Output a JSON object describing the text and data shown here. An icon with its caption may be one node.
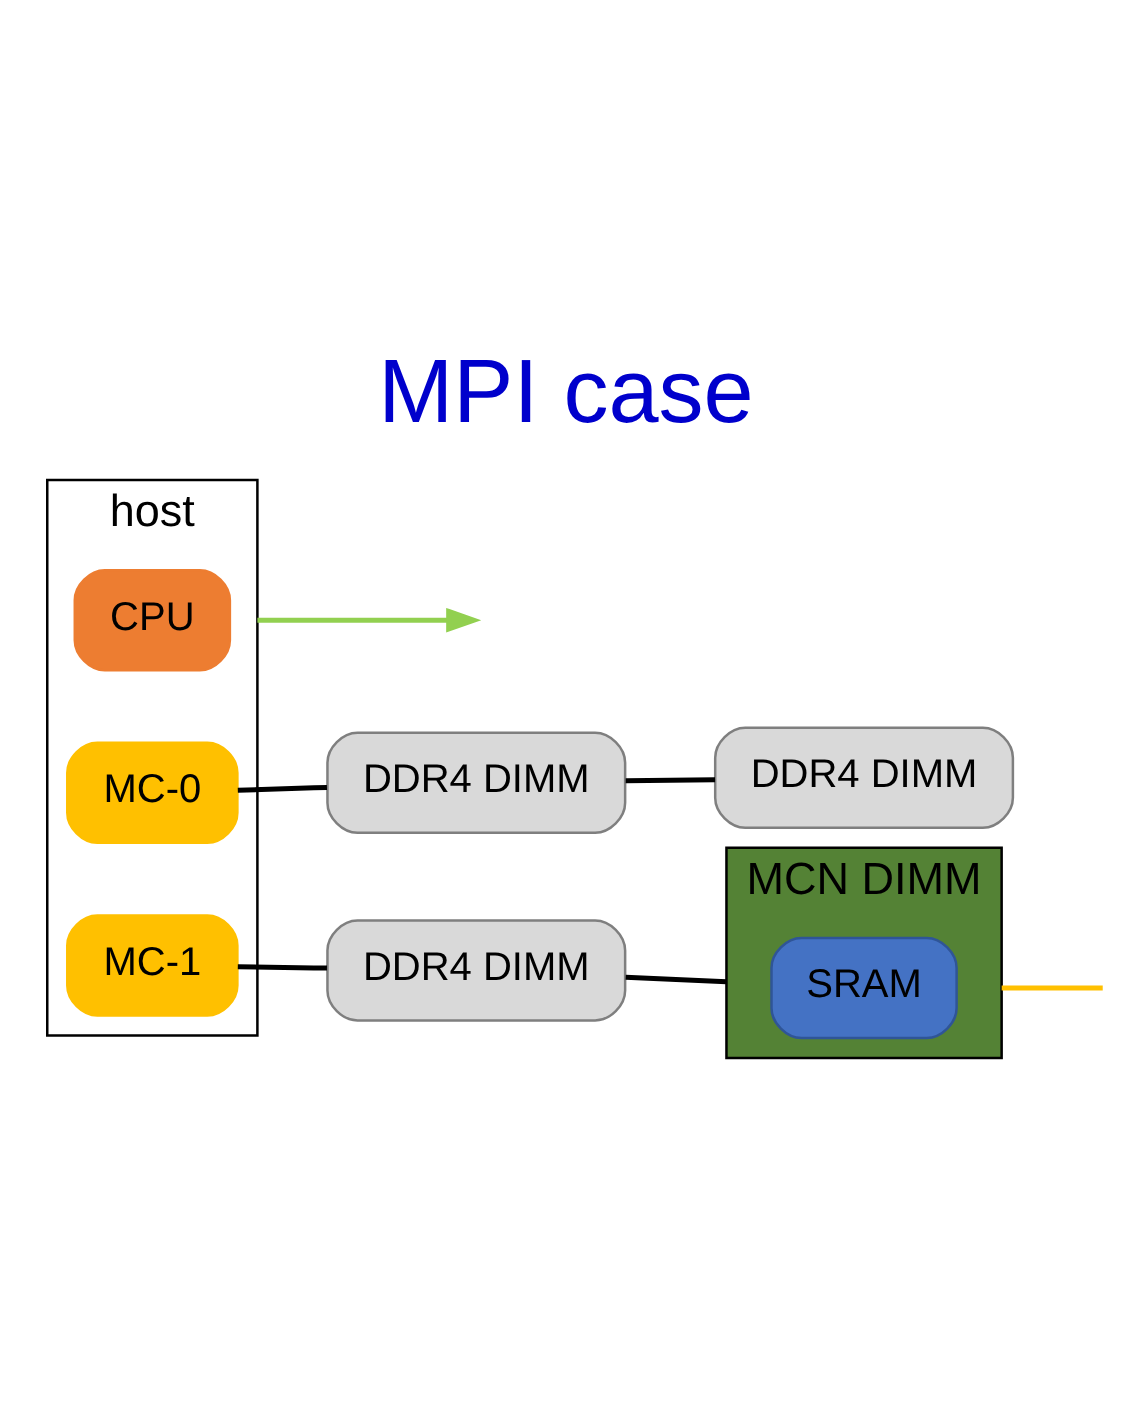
{
  "diagram": {
    "title": "MPI case",
    "nodes": [
      {
        "text": [
          "host"
        ]
      },
      {
        "text": [
          "CPU"
        ],
        "in": 0
      },
      {
        "text": [
          "MC-0"
        ],
        "in": 0
      },
      {
        "text": [
          "MC-1"
        ],
        "in": 0
      },
      {
        "text": [
          "DDR4 DIMM"
        ]
      },
      {
        "text": [
          "DDR4 DIMM"
        ]
      },
      {
        "text": [
          "DDR4 DIMM"
        ]
      },
      {
        "text": [
          "MCN DIMM"
        ]
      },
      {
        "text": [
          "SRAM"
        ],
        "in": 7
      }
    ],
    "edges": [
      {
        "from": 0,
        "to": null,
        "arrow": "to",
        "color": "#92d050"
      },
      {
        "from": 2,
        "to": 4,
        "arrow": "none"
      },
      {
        "from": 4,
        "to": 5,
        "arrow": "none"
      },
      {
        "from": 3,
        "to": 6,
        "arrow": "none"
      },
      {
        "from": 6,
        "to": 7,
        "arrow": "none"
      },
      {
        "from": 7,
        "to": null,
        "arrow": "none",
        "color": "#ffc000"
      }
    ]
  }
}
